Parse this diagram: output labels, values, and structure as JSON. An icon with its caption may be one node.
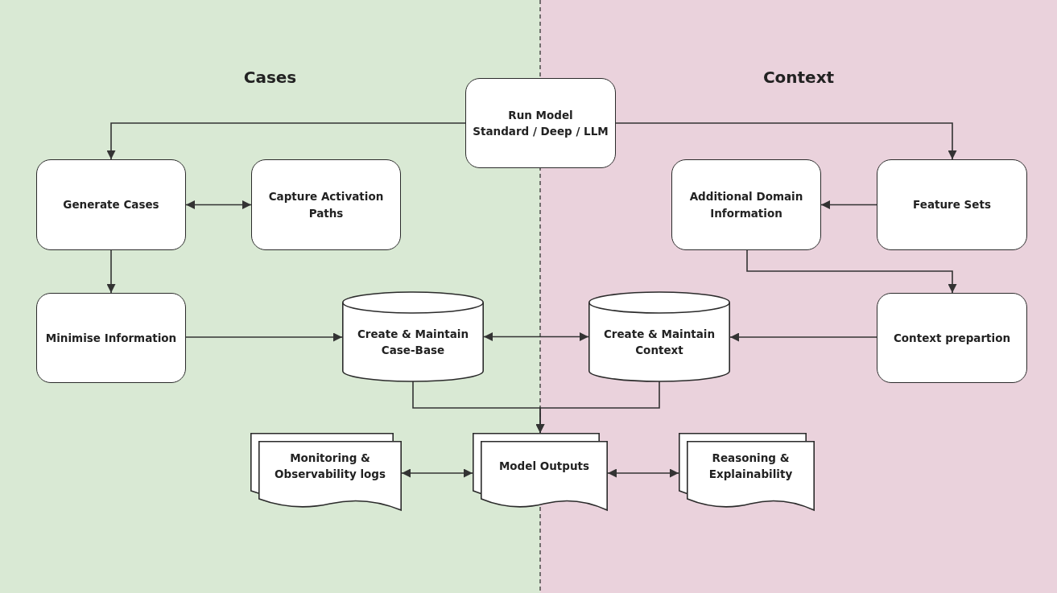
{
  "diagram": {
    "nodes": [
      {
        "text": [
          "Cases"
        ]
      },
      {
        "text": [
          "Context"
        ]
      },
      {
        "text": [
          "Run Model",
          "Standard / Deep / LLM"
        ]
      },
      {
        "text": [
          "Generate Cases"
        ],
        "in": 0
      },
      {
        "text": [
          "Capture Activation Paths"
        ],
        "in": 0
      },
      {
        "text": [
          "Additional Domain Information"
        ],
        "in": 1
      },
      {
        "text": [
          "Feature Sets"
        ],
        "in": 1
      },
      {
        "text": [
          "Minimise Information"
        ],
        "in": 0
      },
      {
        "text": [
          "Create & Maintain Case-Base"
        ],
        "in": 0
      },
      {
        "text": [
          "Create & Maintain Context"
        ],
        "in": 1
      },
      {
        "text": [
          "Context prepartion"
        ],
        "in": 1
      },
      {
        "text": [
          "Monitoring & Observability logs"
        ],
        "in": 0
      },
      {
        "text": [
          "Model Outputs"
        ]
      },
      {
        "text": [
          "Reasoning & Explainability"
        ],
        "in": 1
      }
    ],
    "edges": [
      {
        "from": 2,
        "to": 3,
        "arrow": "to"
      },
      {
        "from": 2,
        "to": 6,
        "arrow": "to"
      },
      {
        "from": 3,
        "to": 4,
        "arrow": "both"
      },
      {
        "from": 6,
        "to": 5,
        "arrow": "to"
      },
      {
        "from": 3,
        "to": 7,
        "arrow": "to"
      },
      {
        "from": 5,
        "to": 10,
        "arrow": "to"
      },
      {
        "from": 7,
        "to": 8,
        "arrow": "to"
      },
      {
        "from": 8,
        "to": 9,
        "arrow": "both"
      },
      {
        "from": 10,
        "to": 9,
        "arrow": "to"
      },
      {
        "from": 8,
        "to": 12,
        "arrow": "to"
      },
      {
        "from": 9,
        "to": 12,
        "arrow": "to"
      },
      {
        "from": 11,
        "to": 12,
        "arrow": "both"
      },
      {
        "from": 12,
        "to": 13,
        "arrow": "both"
      }
    ]
  }
}
